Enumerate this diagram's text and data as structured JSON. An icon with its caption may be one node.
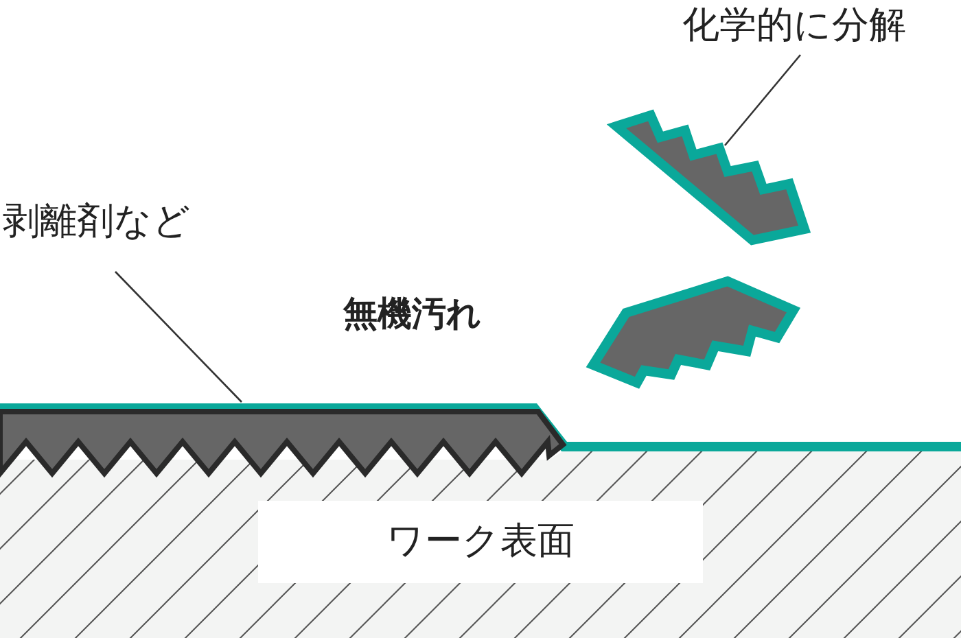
{
  "diagram": {
    "nodes": [
      {
        "text": [
          "化学的に分解"
        ]
      },
      {
        "text": [],
        "shape": "picture"
      },
      {
        "text": [
          "剥離剤など"
        ]
      },
      {
        "text": [],
        "shape": "bar"
      },
      {
        "text": [],
        "shape": "bar"
      },
      {
        "text": [],
        "shape": "picture"
      }
    ],
    "edges": [
      {
        "from": 0,
        "to": 1,
        "arrow": "none"
      },
      {
        "from": 2,
        "to": 3,
        "arrow": "none"
      }
    ],
    "labels": [
      "無機汚れ",
      "ワーク表面"
    ]
  }
}
